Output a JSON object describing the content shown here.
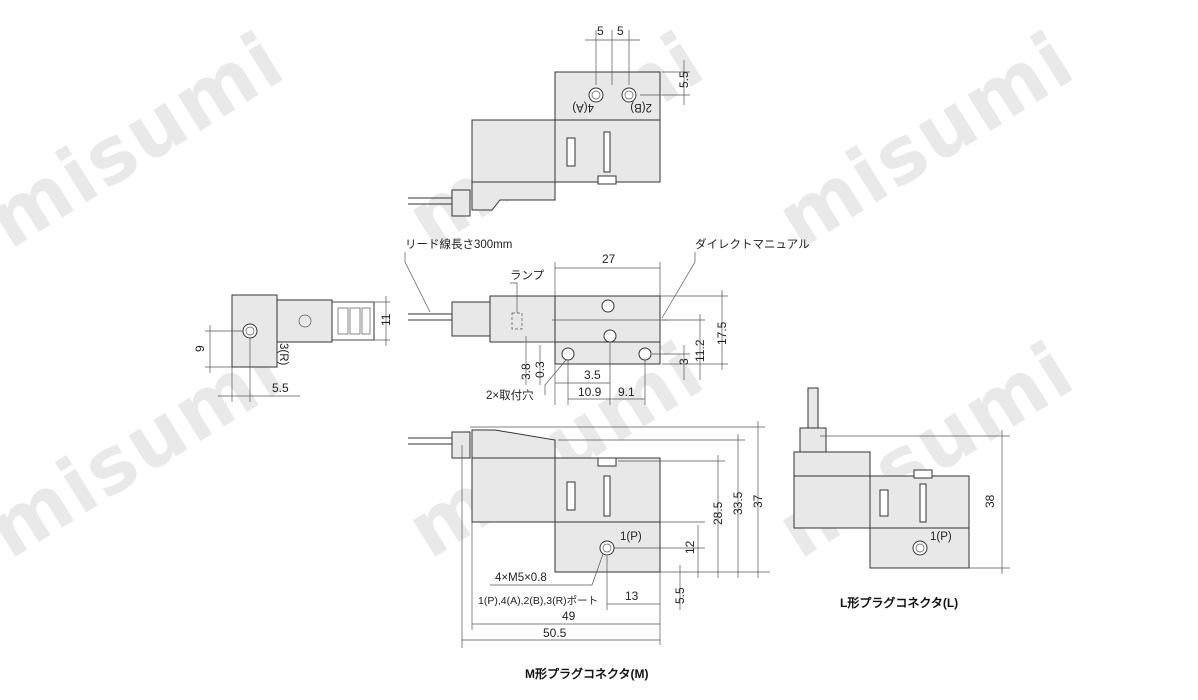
{
  "watermark": "misumi",
  "top_view": {
    "dims": {
      "pitch_a": "5",
      "pitch_b": "5",
      "edge": "5.5"
    },
    "ports": {
      "port_a": "4(A)",
      "port_b": "2(B)"
    }
  },
  "side_view": {
    "labels": {
      "lead_wire": "リード線長さ300mm",
      "lamp": "ランプ",
      "manual": "ダイレクトマニュアル",
      "mount_holes": "2×取付穴",
      "exhaust_port": "3(R)"
    },
    "dims": {
      "width_27": "27",
      "h_11": "11",
      "h_9": "9",
      "w_5_5": "5.5",
      "h_17_5": "17.5",
      "h_11_2": "11.2",
      "h_3": "3",
      "v_3_8": "3.8",
      "v_0_3": "0.3",
      "w_3_5": "3.5",
      "w_10_9": "10.9",
      "w_9_1": "9.1"
    }
  },
  "m_view": {
    "labels": {
      "port_p": "1(P)",
      "thread": "4×M5×0.8",
      "ports_note": "1(P),4(A),2(B),3(R)ポート"
    },
    "dims": {
      "h_28_5": "28.5",
      "h_33_5": "33.5",
      "h_37": "37",
      "h_12": "12",
      "h_5_5": "5.5",
      "w_13": "13",
      "w_49": "49",
      "w_50_5": "50.5"
    },
    "caption": "M形プラグコネクタ(M)"
  },
  "l_view": {
    "labels": {
      "port_p": "1(P)"
    },
    "dims": {
      "h_38": "38"
    },
    "caption": "L形プラグコネクタ(L)"
  }
}
